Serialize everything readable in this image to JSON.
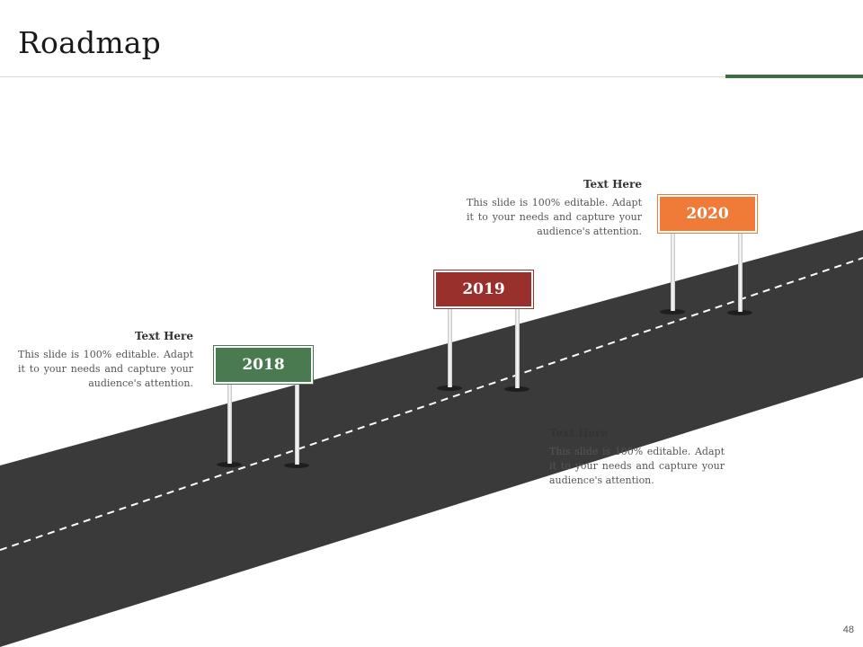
{
  "slide": {
    "title": "Roadmap",
    "page_number": "48",
    "accent_color": "#3d6b44"
  },
  "milestones": [
    {
      "year": "2018",
      "color": "#4a7a4f",
      "label_head": "Text Here",
      "label_body": "This slide is 100% editable. Adapt it to your needs and capture your audience's attention."
    },
    {
      "year": "2019",
      "color": "#9a302c",
      "label_head": "Text Here",
      "label_body": "This slide is 100% editable. Adapt it to your needs and capture your audience's attention."
    },
    {
      "year": "2020",
      "color": "#f07a38",
      "label_head": "Text Here",
      "label_body": "This slide is 100% editable. Adapt it to your needs and capture your audience's attention."
    }
  ]
}
